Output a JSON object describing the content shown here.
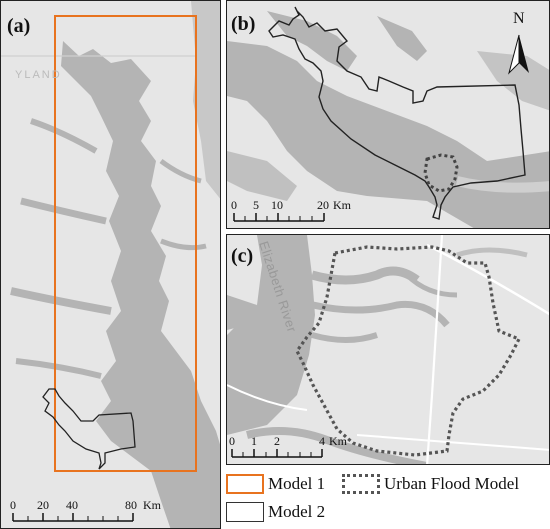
{
  "panels": {
    "a": {
      "label": "(a)",
      "place_label": "YLAND",
      "scale": {
        "ticks": [
          "0",
          "20",
          "40",
          "80"
        ],
        "unit": "Km"
      }
    },
    "b": {
      "label": "(b)",
      "north": "N",
      "scale": {
        "ticks": [
          "0",
          "5",
          "10",
          "20"
        ],
        "unit": "Km"
      }
    },
    "c": {
      "label": "(c)",
      "river": "Elizabeth River",
      "scale": {
        "ticks": [
          "0",
          "1",
          "2",
          "4"
        ],
        "unit": "Km"
      }
    }
  },
  "legend": {
    "model1": {
      "label": "Model 1",
      "color": "#e8731f"
    },
    "model2": {
      "label": "Model 2",
      "color": "#333333"
    },
    "urban": {
      "label": "Urban Flood Model",
      "color": "#555555"
    }
  },
  "colors": {
    "land": "#e6e6e6",
    "water": "#b4b4b4",
    "road": "#ffffff"
  }
}
